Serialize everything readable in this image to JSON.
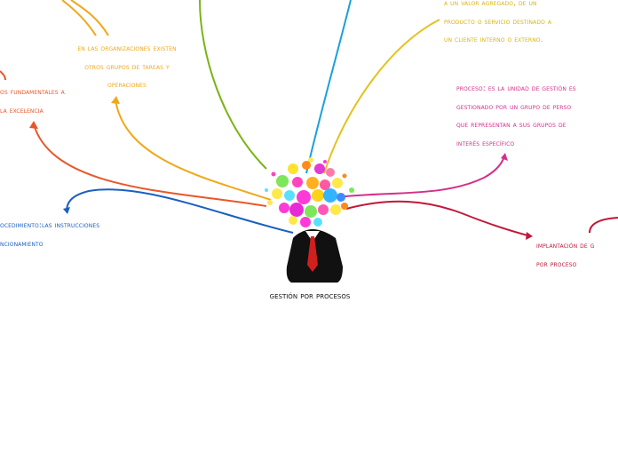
{
  "center": {
    "label": "GESTIÓN POR PROCESOS"
  },
  "nodes": {
    "organizaciones": {
      "lines": [
        "EN LAS ORGANIZACIONES EXISTEN",
        "OTROS GRUPOS  DE TAREAS Y",
        "OPERACIONES"
      ],
      "color": "#f0a818"
    },
    "fundamentales": {
      "lines": [
        "OS FUNDAMENTALES A",
        "LA EXCELENCIA"
      ],
      "color": "#e8572a"
    },
    "procedimiento": {
      "lines": [
        "OCEDIMIENTO:LAS INSTRUCCIONES",
        "NCIONAMIENTO"
      ],
      "color": "#1a5fc0"
    },
    "valor": {
      "lines": [
        "A UN VALOR AGREGADO, DE UN",
        "PRODUCTO O SERVICIO DESTINADO A",
        "UN CLIENTE INTERNO O EXTERNO."
      ],
      "color": "#e4c21e"
    },
    "proceso": {
      "lines": [
        "PROCESO: ES LA UNIDAD DE GESTIÓN ES",
        "GESTIONADO POR UN GRUPO DE PERSO",
        "QUE REPRESENTAN A SUS GRUPOS DE",
        "INTERÉS ESPECÍFICO"
      ],
      "color": "#d4308a"
    },
    "implantacion": {
      "lines": [
        "IMPLANTACIÓN DE G",
        "POR PROCESO"
      ],
      "color": "#c0183a"
    }
  },
  "colors": {
    "green": "#7ab317",
    "cyan": "#1aa0dc",
    "jacket": "#111111",
    "tie": "#d0201e"
  }
}
